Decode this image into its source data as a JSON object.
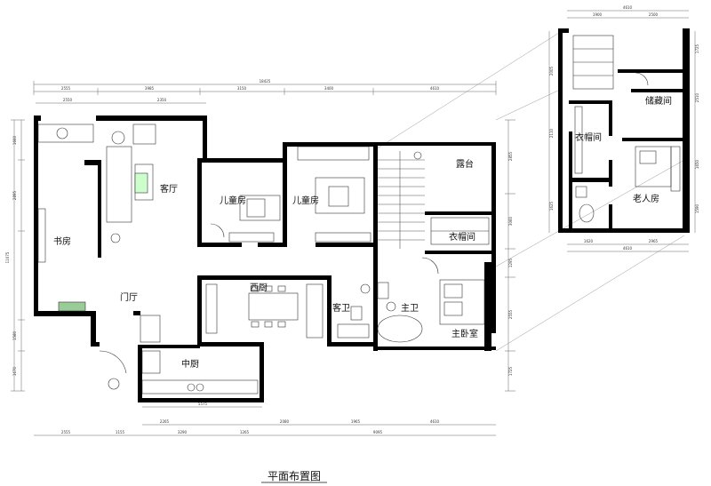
{
  "caption": "平面布置图",
  "rooms": {
    "study": "书房",
    "living_room": "客厅",
    "kids_room_1": "儿童房",
    "kids_room_2": "儿童房",
    "terrace": "露台",
    "closet_main": "衣帽间",
    "western_kitchen": "西厨",
    "foyer": "门厅",
    "guest_bath": "客卫",
    "master_bath": "主卫",
    "master_bedroom": "主卧室",
    "chinese_kitchen": "中厨",
    "storage_room": "储藏间",
    "closet_elder": "衣帽间",
    "elder_room": "老人房"
  },
  "dimensions": {
    "top_overall": "18425",
    "top_segments": [
      "2555",
      "3985",
      "3150",
      "3400",
      "4610"
    ],
    "top_inner": [
      "2550",
      "2350"
    ],
    "left_overall": "11075",
    "left_segments": [
      "1660",
      "2895",
      "1580",
      "1670"
    ],
    "bottom_row1": [
      "2265",
      "2080",
      "1965",
      "4610"
    ],
    "bottom_row2": [
      "3290",
      "1265",
      "9095"
    ],
    "bottom_row3": [
      "2555",
      "1155"
    ],
    "kitchen_width": "5575",
    "right_segments": [
      "2855",
      "3060",
      "1295",
      "2555",
      "1725"
    ],
    "inset_top": "4610",
    "inset_top_segments": [
      "1900",
      "2500"
    ],
    "inset_bottom": "4610",
    "inset_bottom_segments": [
      "1620",
      "2965"
    ],
    "inset_right": [
      "1725",
      "2510",
      "1650",
      "1590"
    ],
    "inset_left": [
      "2005",
      "2110",
      "1625"
    ]
  }
}
